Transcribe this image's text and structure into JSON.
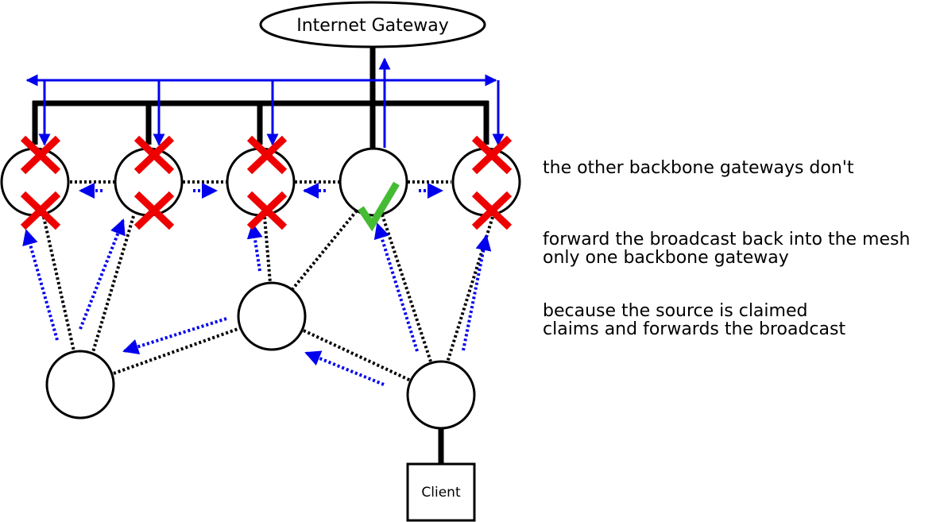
{
  "gateway_label": "Internet Gateway",
  "client_label": "Client",
  "notes": {
    "first": [
      "the other backbone gateways don't",
      "forward the broadcast back into the mesh",
      "because the source is claimed"
    ],
    "second": [
      "only one backbone gateway",
      "claims and forwards the broadcast"
    ]
  },
  "colors": {
    "lan_link": "#000000",
    "broadcast_arrow": "#0000ee",
    "drop_mark": "#ee0000",
    "claim_mark": "#44bb33"
  }
}
